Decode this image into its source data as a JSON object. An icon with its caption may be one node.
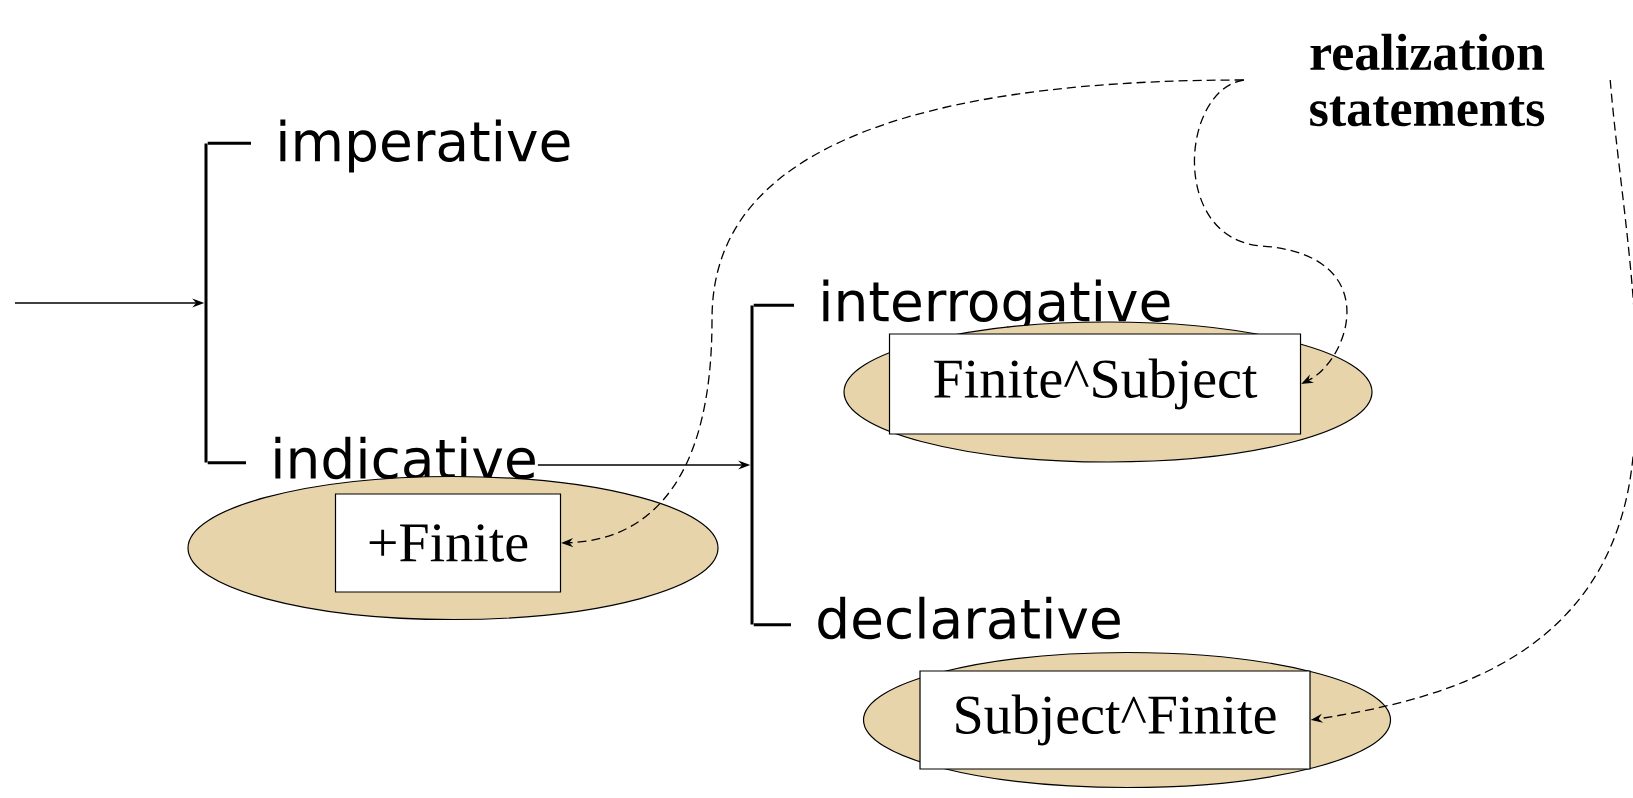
{
  "diagram": {
    "nodes": [
      {
        "text": [
          "realization statements"
        ]
      },
      {
        "text": [],
        "shape": "bar"
      },
      {
        "text": [
          "imperative"
        ]
      },
      {
        "text": [
          "indicative"
        ]
      },
      {
        "text": [],
        "shape": "ellipse"
      },
      {
        "text": [
          "+Finite"
        ],
        "in": 4
      },
      {
        "text": [],
        "shape": "bar"
      },
      {
        "text": [
          "interrogative"
        ]
      },
      {
        "text": [],
        "shape": "ellipse"
      },
      {
        "text": [
          "Finite^Subject"
        ],
        "in": 8
      },
      {
        "text": [
          "declarative"
        ]
      },
      {
        "text": [],
        "shape": "ellipse"
      },
      {
        "text": [
          "Subject^Finite"
        ],
        "in": 11
      }
    ],
    "edges": [
      {
        "from": null,
        "to": 1,
        "arrow": "to"
      },
      {
        "from": 1,
        "to": 2,
        "arrow": "none"
      },
      {
        "from": 1,
        "to": 3,
        "arrow": "none"
      },
      {
        "from": 3,
        "to": 6,
        "arrow": "to"
      },
      {
        "from": 6,
        "to": 7,
        "arrow": "none"
      },
      {
        "from": 6,
        "to": 10,
        "arrow": "none"
      },
      {
        "from": 0,
        "to": 5,
        "arrow": "to",
        "style": "dashed"
      },
      {
        "from": 0,
        "to": 9,
        "arrow": "to",
        "style": "dashed"
      },
      {
        "from": 0,
        "to": 12,
        "arrow": "to",
        "style": "dashed"
      }
    ]
  }
}
